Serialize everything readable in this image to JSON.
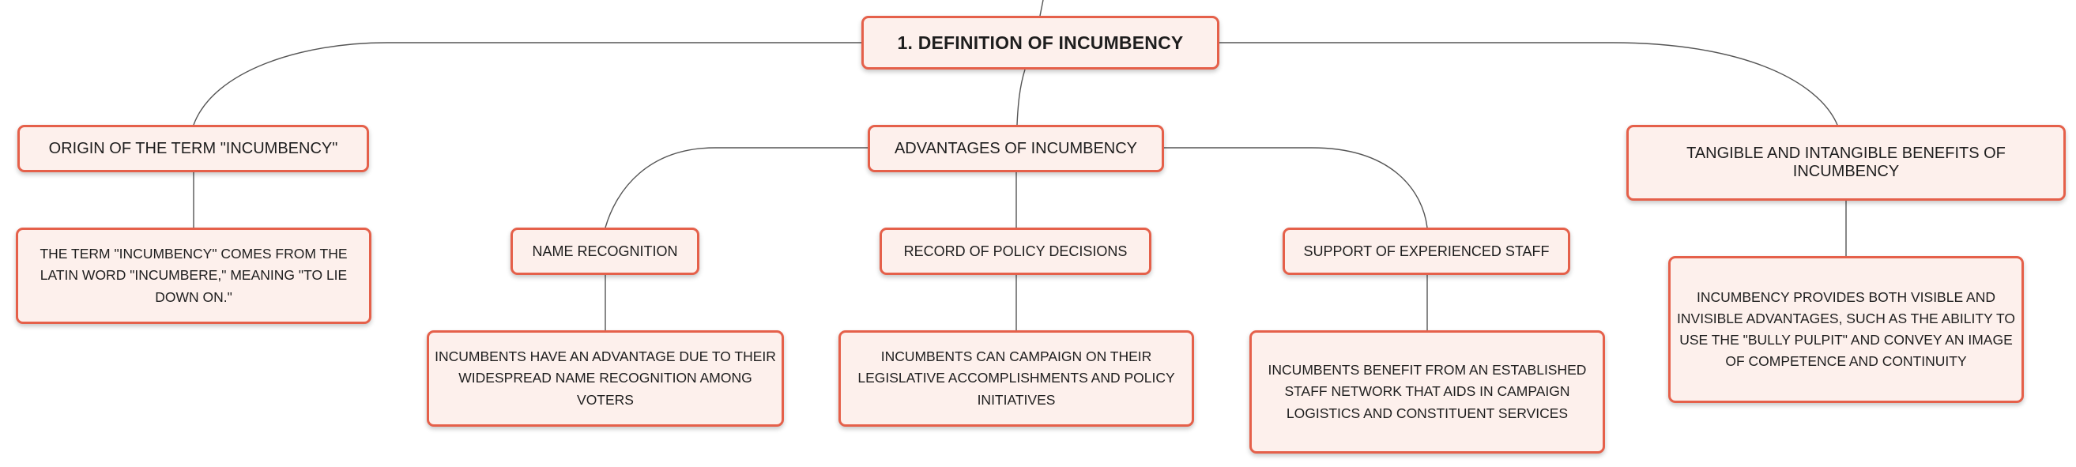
{
  "root": {
    "label": "1. DEFINITION OF INCUMBENCY"
  },
  "origin": {
    "label": "ORIGIN OF THE TERM \"INCUMBENCY\"",
    "detail": "THE TERM \"INCUMBENCY\" COMES FROM THE LATIN WORD \"INCUMBERE,\" MEANING \"TO LIE DOWN ON.\""
  },
  "advantages": {
    "label": "ADVANTAGES OF INCUMBENCY",
    "children": [
      {
        "label": "NAME RECOGNITION",
        "detail": "INCUMBENTS HAVE AN ADVANTAGE DUE TO THEIR WIDESPREAD NAME RECOGNITION AMONG VOTERS"
      },
      {
        "label": "RECORD OF POLICY DECISIONS",
        "detail": "INCUMBENTS CAN CAMPAIGN ON THEIR LEGISLATIVE ACCOMPLISHMENTS AND POLICY INITIATIVES"
      },
      {
        "label": "SUPPORT OF EXPERIENCED STAFF",
        "detail": "INCUMBENTS BENEFIT FROM AN ESTABLISHED STAFF NETWORK THAT AIDS IN CAMPAIGN LOGISTICS AND CONSTITUENT SERVICES"
      }
    ]
  },
  "benefits": {
    "label": "TANGIBLE AND INTANGIBLE BENEFITS OF INCUMBENCY",
    "detail": "INCUMBENCY PROVIDES BOTH VISIBLE AND INVISIBLE ADVANTAGES, SUCH AS THE ABILITY TO USE THE \"BULLY PULPIT\" AND CONVEY AN IMAGE OF COMPETENCE AND CONTINUITY"
  },
  "colors": {
    "node_border": "#e5604a",
    "node_fill": "#fdf0ec",
    "connector": "#555555"
  }
}
